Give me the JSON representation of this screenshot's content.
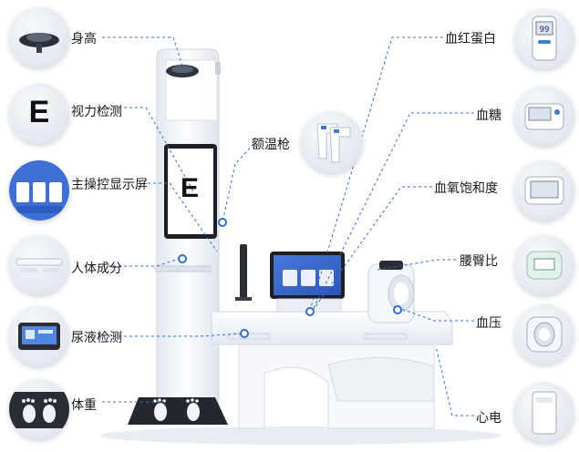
{
  "left_features": [
    {
      "label": "身高",
      "icon": "height-sensor-icon"
    },
    {
      "label": "视力检测",
      "icon": "eye-chart-icon",
      "glyph": "E"
    },
    {
      "label": "主操控显示屏",
      "icon": "touch-display-icon"
    },
    {
      "label": "人体成分",
      "icon": "body-composition-handles-icon"
    },
    {
      "label": "尿液检测",
      "icon": "urine-analyzer-icon"
    },
    {
      "label": "体重",
      "icon": "footprint-scale-icon"
    }
  ],
  "right_features": [
    {
      "label": "血红蛋白",
      "icon": "hemoglobin-meter-icon",
      "readout": "99"
    },
    {
      "label": "血糖",
      "icon": "glucose-meter-icon"
    },
    {
      "label": "血氧饱和度",
      "icon": "pulse-oximeter-icon"
    },
    {
      "label": "腰臀比",
      "icon": "tape-measure-icon"
    },
    {
      "label": "血压",
      "icon": "bp-cuff-icon"
    },
    {
      "label": "心电",
      "icon": "ecg-device-icon"
    }
  ],
  "center_features": [
    {
      "label": "额温枪",
      "icon": "forehead-thermometer-icon"
    }
  ],
  "kiosk": {
    "screen_glyph": "E"
  },
  "colors": {
    "leader_line": "#2f6fd0",
    "kiosk_body": "#f4f7fb",
    "screen_bezel": "#1d1f24",
    "accent_blue": "#2f6fd0"
  }
}
